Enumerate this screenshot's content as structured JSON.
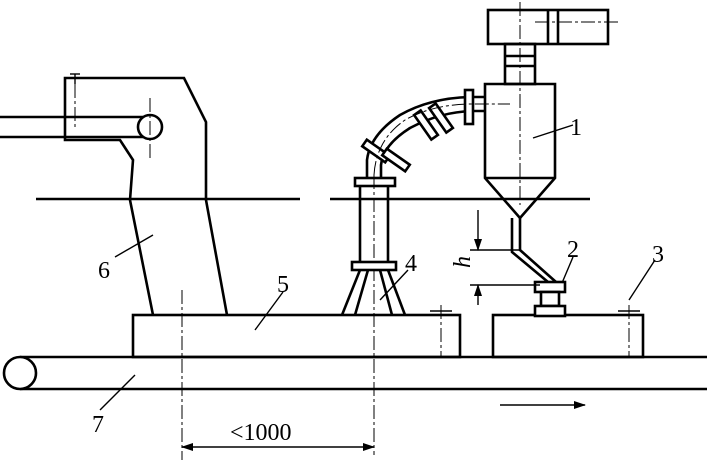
{
  "labels": {
    "l1": "1",
    "l2": "2",
    "l3": "3",
    "l4": "4",
    "l5": "5",
    "l6": "6",
    "l7": "7"
  },
  "dimensions": {
    "height_symbol": "h",
    "distance": "<1000"
  }
}
